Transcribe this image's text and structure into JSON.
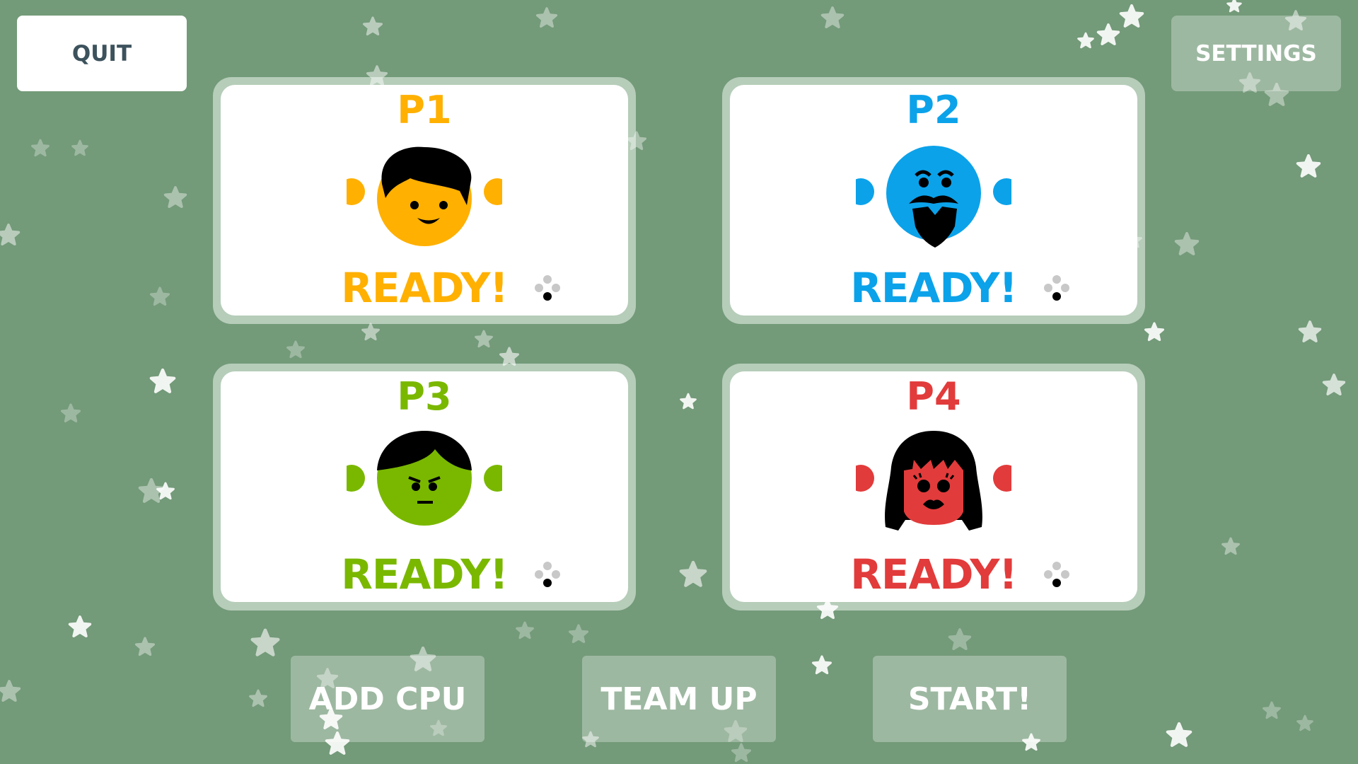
{
  "top_bar": {
    "quit_label": "QUIT",
    "settings_label": "SETTINGS"
  },
  "players": [
    {
      "label": "P1",
      "status": "READY!",
      "color": "#ffb000",
      "character": "boy-with-fringe-hair"
    },
    {
      "label": "P2",
      "status": "READY!",
      "color": "#0ba2ea",
      "character": "bearded-man"
    },
    {
      "label": "P3",
      "status": "READY!",
      "color": "#7ab800",
      "character": "grumpy-bowl-cut"
    },
    {
      "label": "P4",
      "status": "READY!",
      "color": "#e23b3b",
      "character": "woman-with-bob-hair"
    }
  ],
  "bottom_bar": {
    "add_cpu_label": "ADD CPU",
    "team_up_label": "TEAM UP",
    "start_label": "START!"
  },
  "colors": {
    "background": "#739a79",
    "card_border": "#b6cdb9",
    "quit_text": "#3c525c"
  }
}
